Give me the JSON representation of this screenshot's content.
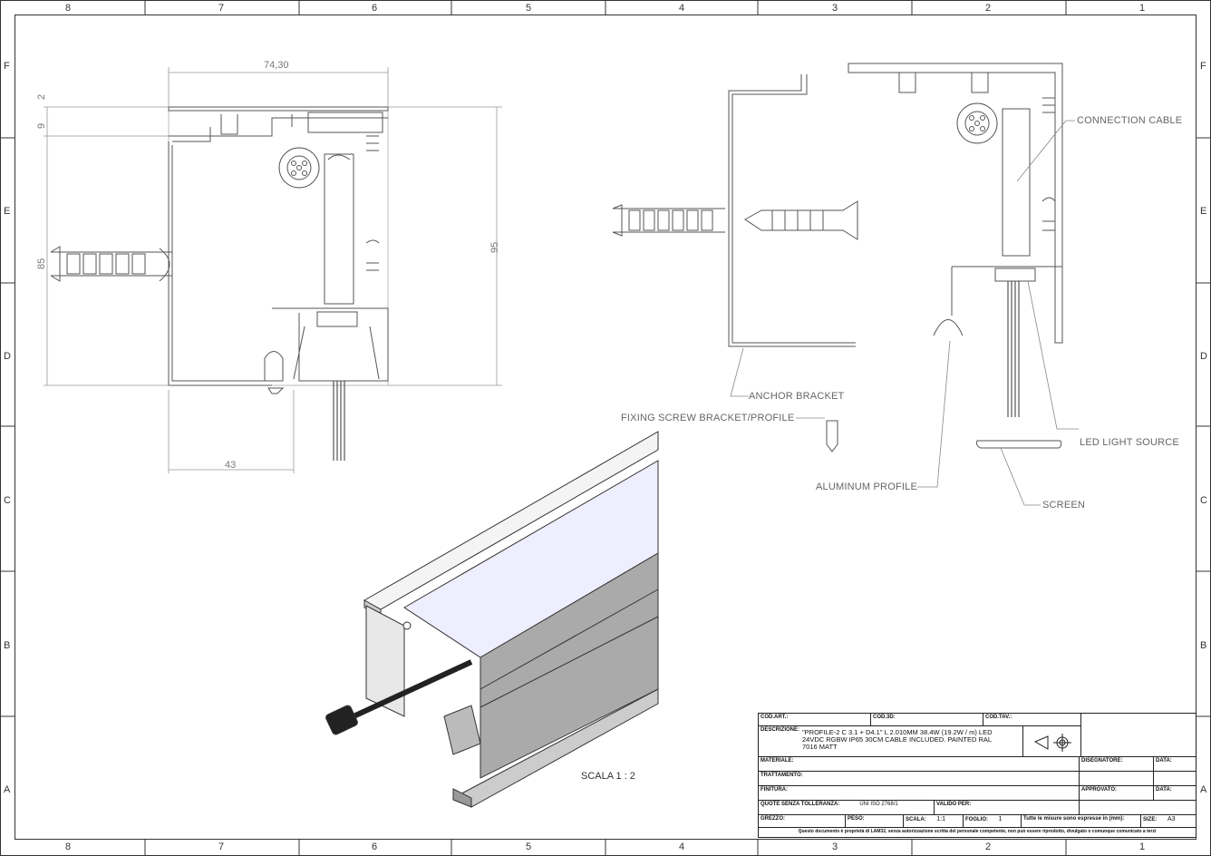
{
  "zones": {
    "columns": [
      "8",
      "7",
      "6",
      "5",
      "4",
      "3",
      "2",
      "1"
    ],
    "rows": [
      "F",
      "E",
      "D",
      "C",
      "B",
      "A"
    ]
  },
  "dimensions": {
    "width_top": "74,30",
    "gap_2": "2",
    "gap_9": "9",
    "height_85": "85",
    "height_95": "95",
    "width_43": "43"
  },
  "labels": {
    "connection_cable": "CONNECTION CABLE",
    "anchor_bracket": "ANCHOR BRACKET",
    "fixing_screw": "FIXING SCREW BRACKET/PROFILE",
    "led_light_source": "LED LIGHT SOURCE",
    "aluminum_profile": "ALUMINUM PROFILE",
    "screen": "SCREEN"
  },
  "scale_note": "SCALA 1 : 2",
  "title_block": {
    "cod_art": "COD.ART.:",
    "cod_3d": "COD.3D:",
    "cod_tav": "COD.TAV.:",
    "descrizione_label": "DESCRIZIONE:",
    "descrizione_line1": "\"PROFILE-2 C 3.1 + D4.1\" L 2.010MM 38.4W (19.2W / m) LED",
    "descrizione_line2": "24VDC RGBW IP65 30CM CABLE INCLUDED. PAINTED RAL",
    "descrizione_line3": "7016 MATT",
    "materiale": "MATERIALE:",
    "disegnatore": "DISEGNATORE:",
    "data1": "DATA:",
    "trattamento": "TRATTAMENTO:",
    "finitura": "FINITURA:",
    "approvato": "APPROVATO:",
    "data2": "DATA:",
    "quote": "QUOTE SENZA TOLLERANZA:",
    "uni": "UNI ISO 2768/1",
    "valido": "VALIDO PER:",
    "grezzo": "GREZZO:",
    "peso": "PESO:",
    "scala_label": "SCALA:",
    "scala_val": "1:1",
    "foglio_label": "FOGLIO:",
    "foglio_val": "1",
    "misure": "Tutte le misure sono espresse in (mm):",
    "size_label": "SIZE:",
    "size_val": "A3",
    "footer": "Questo documento è proprietà di LAM32, senza autorizzazione scritta del personale competente, non può essere riprodotto, divulgato o comunque comunicato a terzi"
  }
}
